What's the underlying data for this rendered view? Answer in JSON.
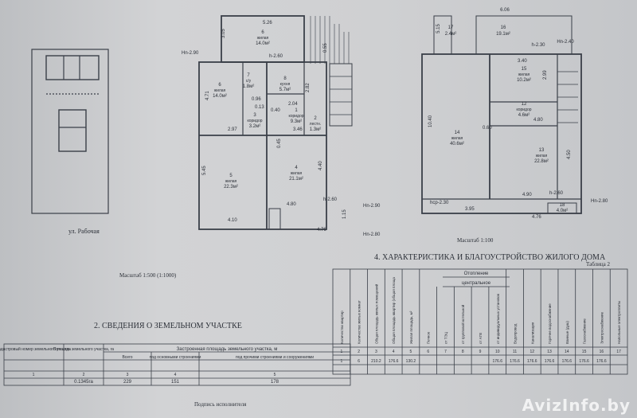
{
  "colors": {
    "line": "#3a3f48",
    "paper": "#cfd0d2"
  },
  "site_plan": {
    "street": "ул. Рабочая"
  },
  "plan1": {
    "scale": "Масштаб 1:500 (1:1000)",
    "rooms": [
      {
        "no": "6",
        "kind": "жилая",
        "area": "14.0м²"
      },
      {
        "no": "7",
        "kind": "с/у",
        "area": "1.8м²"
      },
      {
        "no": "8",
        "kind": "кухня",
        "area": "5.7м²"
      },
      {
        "no": "1",
        "kind": "коридор",
        "area": "9.3м²"
      },
      {
        "no": "2",
        "kind": "лестн.",
        "area": "1.3м²"
      },
      {
        "no": "6",
        "kind": "жилая",
        "area": "14.0м²"
      },
      {
        "no": "3",
        "kind": "коридор",
        "area": "3.2м²"
      },
      {
        "no": "5",
        "kind": "жилая",
        "area": "22.3м²"
      },
      {
        "no": "4",
        "kind": "жилая",
        "area": "21.1м²"
      }
    ],
    "dims": [
      "5.26",
      "3.05",
      "h-2.60",
      "Hn-2.90",
      "4.71",
      "0.96",
      "0.40",
      "2.04",
      "0.55",
      "2.82",
      "3.46",
      "2.97",
      "5.45",
      "0.45",
      "4.40",
      "4.80",
      "h-2.60",
      "Hn-2.90",
      "4.10",
      "4.76",
      "Hn-2.80",
      "1.15",
      "0.13"
    ]
  },
  "plan2": {
    "scale": "Масштаб 1:100",
    "top": [
      "17",
      "2.4м²",
      "16",
      "19.1м²",
      "6.06",
      "h-2.30",
      "Hn-2.40",
      "5.15"
    ],
    "rooms": [
      {
        "no": "15",
        "kind": "жилая",
        "area": "10.2м²"
      },
      {
        "no": "12",
        "kind": "коридор",
        "area": "4.6м²"
      },
      {
        "no": "14",
        "kind": "жилая",
        "area": "40.6м²"
      },
      {
        "no": "13",
        "kind": "жилая",
        "area": "22.8м²"
      },
      {
        "no": "18",
        "kind": "",
        "area": "4.0м²"
      }
    ],
    "dims": [
      "3.40",
      "2.99",
      "4.80",
      "0.60",
      "10.40",
      "hcp-2.30",
      "3.95",
      "4.50",
      "h-2.60",
      "4.90",
      "4.76",
      "Hn-2.80"
    ]
  },
  "land": {
    "heading": "2. СВЕДЕНИЯ О ЗЕМЕЛЬНОМ УЧАСТКЕ",
    "h_cad": "Кадастровый номер земельного участка",
    "h_area": "Площадь земельного участка, га",
    "h_built": "Застроенная площадь земельного участка, м",
    "h_total": "Всего",
    "h_main": "под основными строениями",
    "h_other": "под прочими строениями и сооружениями",
    "nums": [
      "1",
      "2",
      "3",
      "4",
      "5"
    ],
    "row": [
      "",
      "0.1345га",
      "229",
      "151",
      "178"
    ],
    "sign": "Подпись исполнителя"
  },
  "house": {
    "heading": "4. ХАРАКТЕРИСТИКА И БЛАГОУСТРОЙСТВО ЖИЛОГО ДОМА",
    "table_no": "Таблица 2",
    "heat_group": "Отопление",
    "central": "центральное",
    "cols": [
      "Количество квартир",
      "Количество жилых комнат",
      "Общая площадь жилых помещений",
      "Общая площадь квартир (общая площадь)",
      "Жилая площадь, м²",
      "Печное",
      "от ТЭЦ",
      "от групповой котельной",
      "от АГВ",
      "от индивидуальных установок",
      "Водопровод",
      "Канализация",
      "Горячее водоснабжение",
      "Ванные (душ)",
      "Газоснабжение",
      "Электроснабжение",
      "Напольные электроплиты"
    ],
    "nums": [
      "1",
      "2",
      "3",
      "4",
      "5",
      "6",
      "7",
      "8",
      "9",
      "10",
      "11",
      "12",
      "13",
      "14",
      "15",
      "16",
      "17"
    ],
    "row": [
      "1",
      "6",
      "210.2",
      "176.6",
      "130.2",
      "",
      "",
      "",
      "",
      "176.6",
      "176.6",
      "176.6",
      "176.6",
      "176.6",
      "176.6",
      "176.6",
      ""
    ]
  },
  "watermark": "AvizInfo.by"
}
